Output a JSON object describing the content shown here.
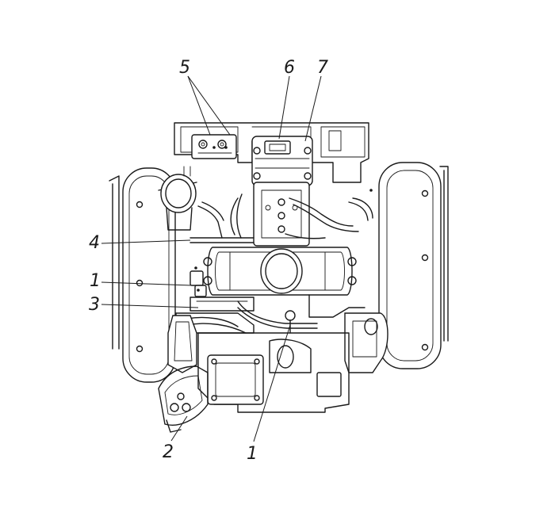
{
  "diagram": {
    "callouts": [
      {
        "id": "c5",
        "label": "5"
      },
      {
        "id": "c6",
        "label": "6"
      },
      {
        "id": "c7",
        "label": "7"
      },
      {
        "id": "c4",
        "label": "4"
      },
      {
        "id": "c1a",
        "label": "1"
      },
      {
        "id": "c3",
        "label": "3"
      },
      {
        "id": "c2",
        "label": "2"
      },
      {
        "id": "c1b",
        "label": "1"
      }
    ]
  },
  "colors": {
    "line": "#1a1a1a",
    "background": "#ffffff"
  }
}
